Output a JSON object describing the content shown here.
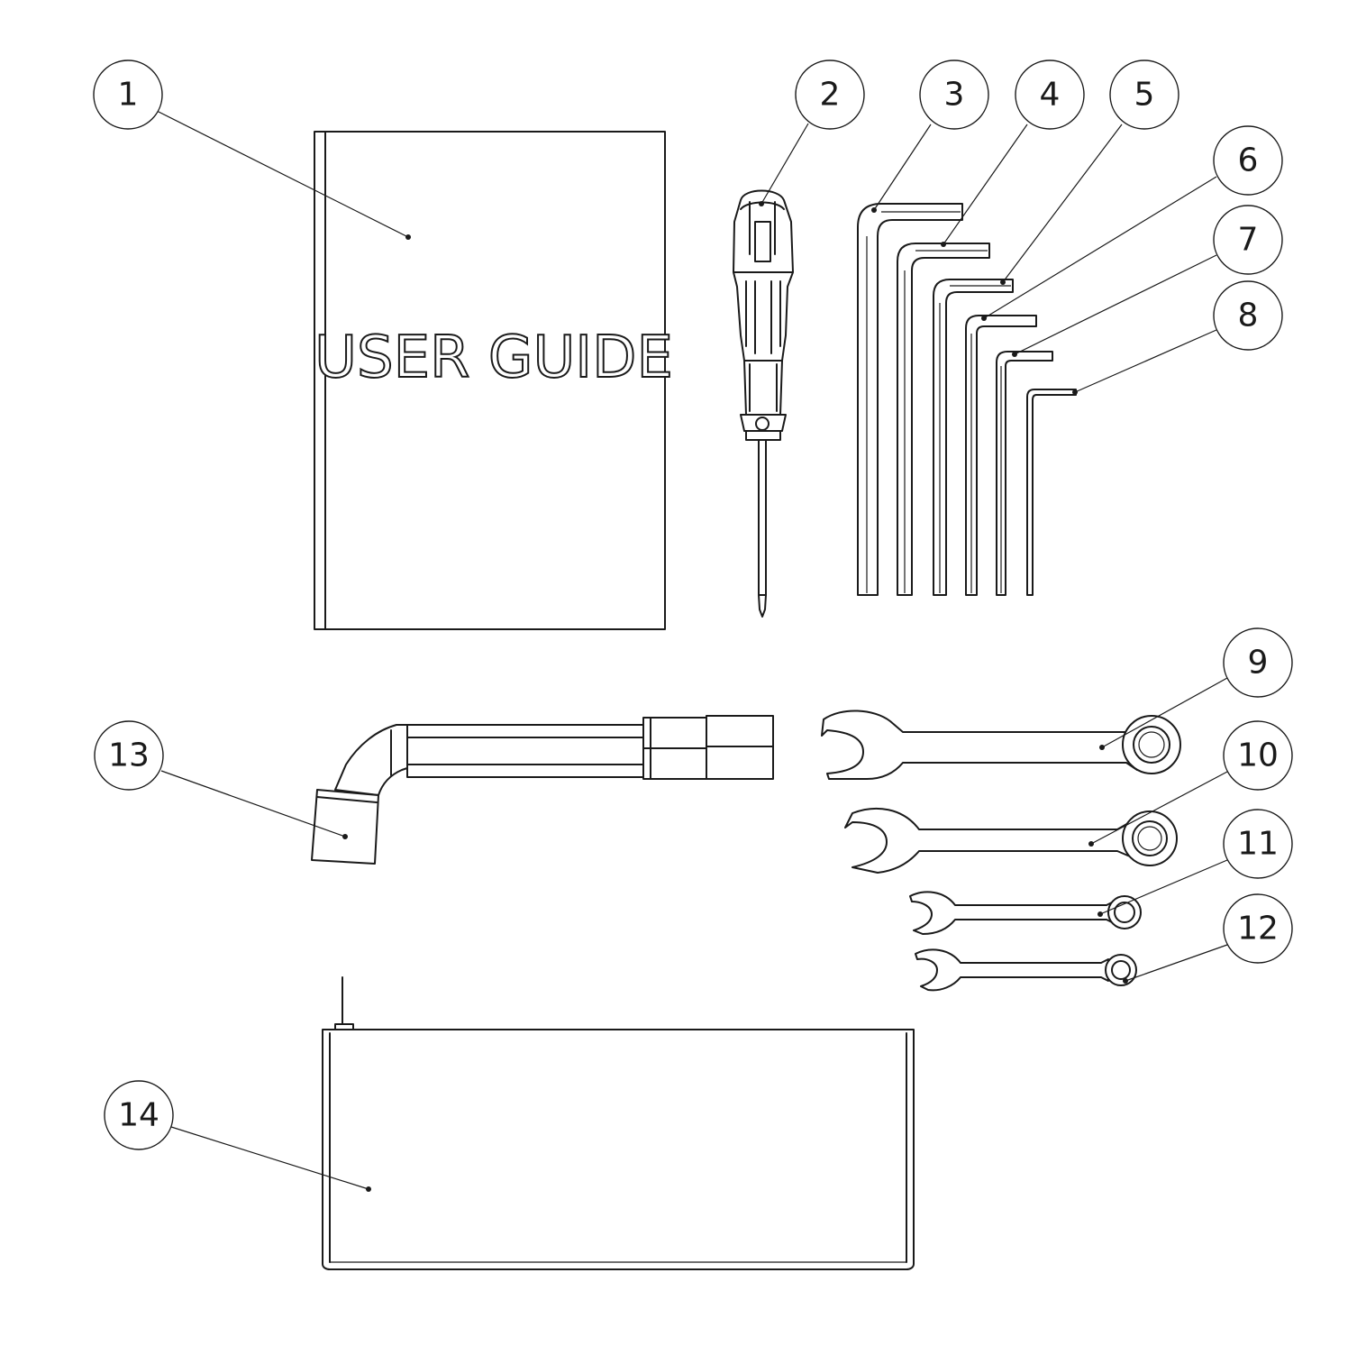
{
  "manual": {
    "cover_text": "USER GUIDE"
  },
  "balloons": [
    "1",
    "2",
    "3",
    "4",
    "5",
    "6",
    "7",
    "8",
    "9",
    "10",
    "11",
    "12",
    "13",
    "14"
  ]
}
